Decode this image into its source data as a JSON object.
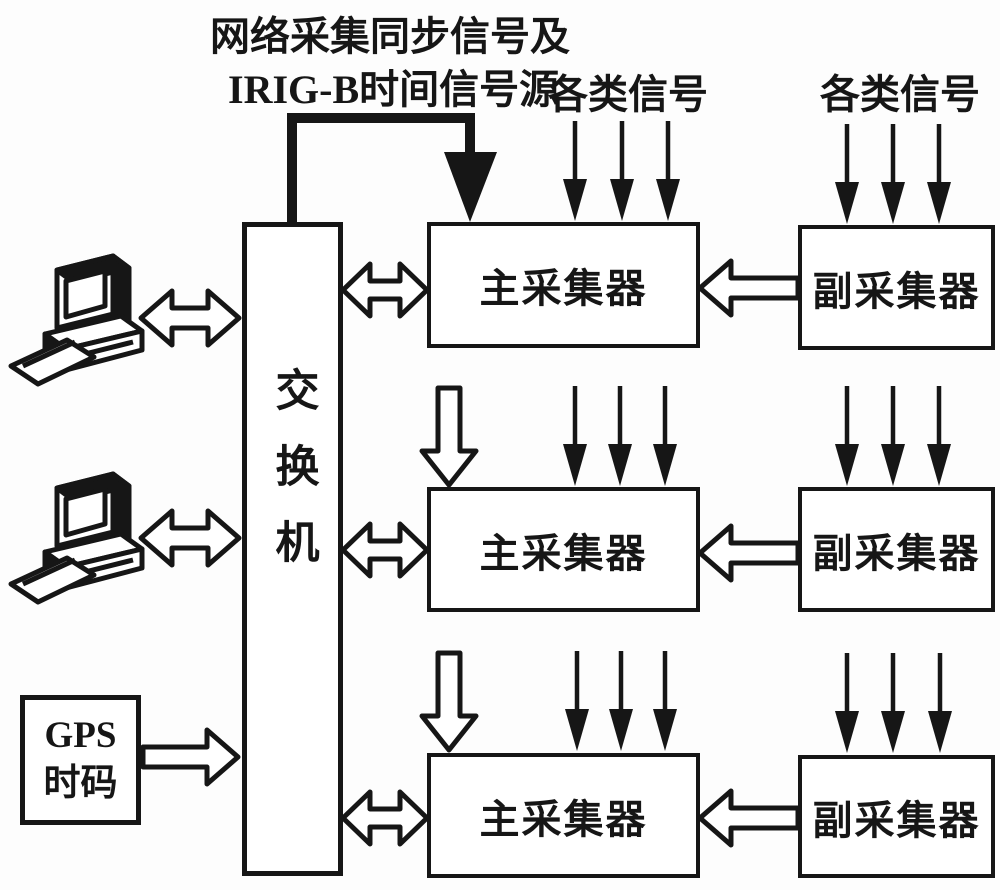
{
  "colors": {
    "ink": "#161616",
    "background": "#fdfdfd"
  },
  "header": {
    "sync_source_line1": "网络采集同步信号及",
    "sync_source_line2": "IRIG-B时间信号源",
    "signals_label_left": "各类信号",
    "signals_label_right": "各类信号"
  },
  "nodes": {
    "switch": {
      "label": "交换机"
    },
    "gps": {
      "line1": "GPS",
      "line2": "时码"
    },
    "rows": [
      {
        "main_label": "主采集器",
        "secondary_label": "副采集器"
      },
      {
        "main_label": "主采集器",
        "secondary_label": "副采集器"
      },
      {
        "main_label": "主采集器",
        "secondary_label": "副采集器"
      }
    ]
  }
}
